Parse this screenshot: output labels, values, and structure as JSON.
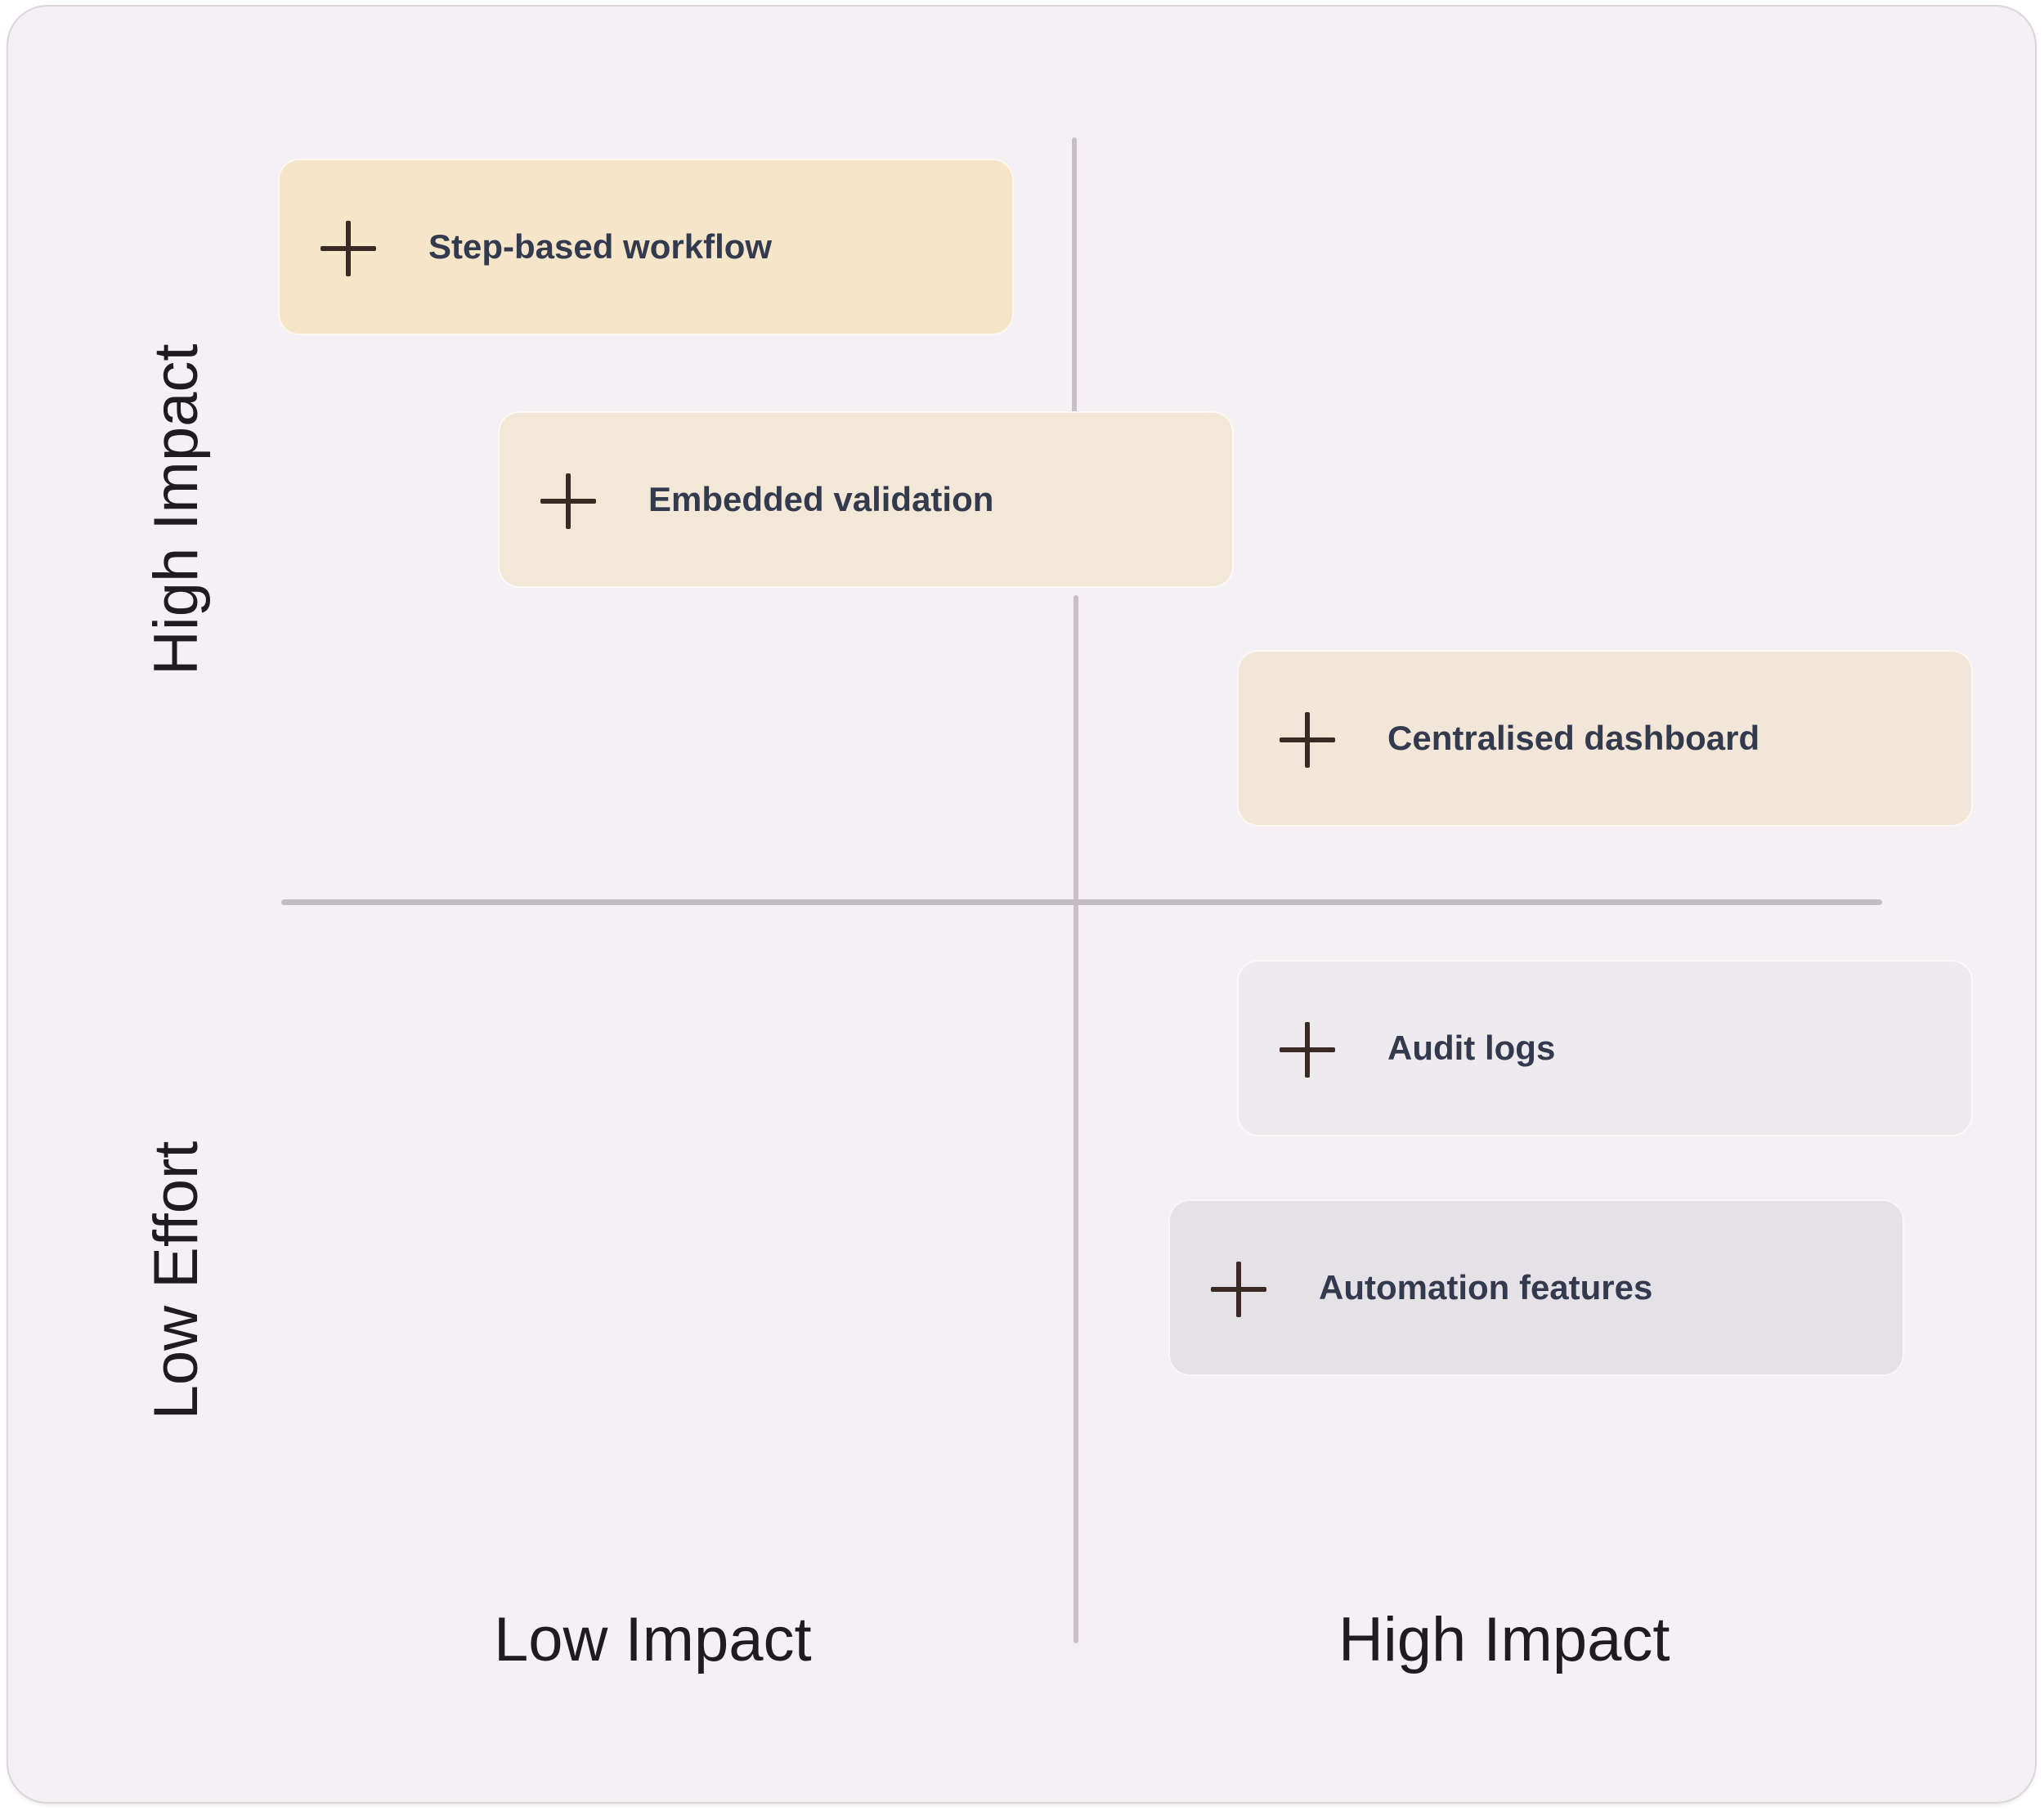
{
  "axes": {
    "y_top_label": "High Impact",
    "y_bottom_label": "Low Effort",
    "x_left_label": "Low Impact",
    "x_right_label": "High Impact"
  },
  "cards": [
    {
      "label": "Step-based workflow",
      "color": "#f6e6c9"
    },
    {
      "label": "Embedded validation",
      "color": "#f3e8d8"
    },
    {
      "label": "Centralised dashboard",
      "color": "#f2e6d8"
    },
    {
      "label": "Audit logs",
      "color": "#eeebee"
    },
    {
      "label": "Automation features",
      "color": "#e5e2e7"
    }
  ],
  "icons": {
    "card_icon": "plus-icon"
  }
}
